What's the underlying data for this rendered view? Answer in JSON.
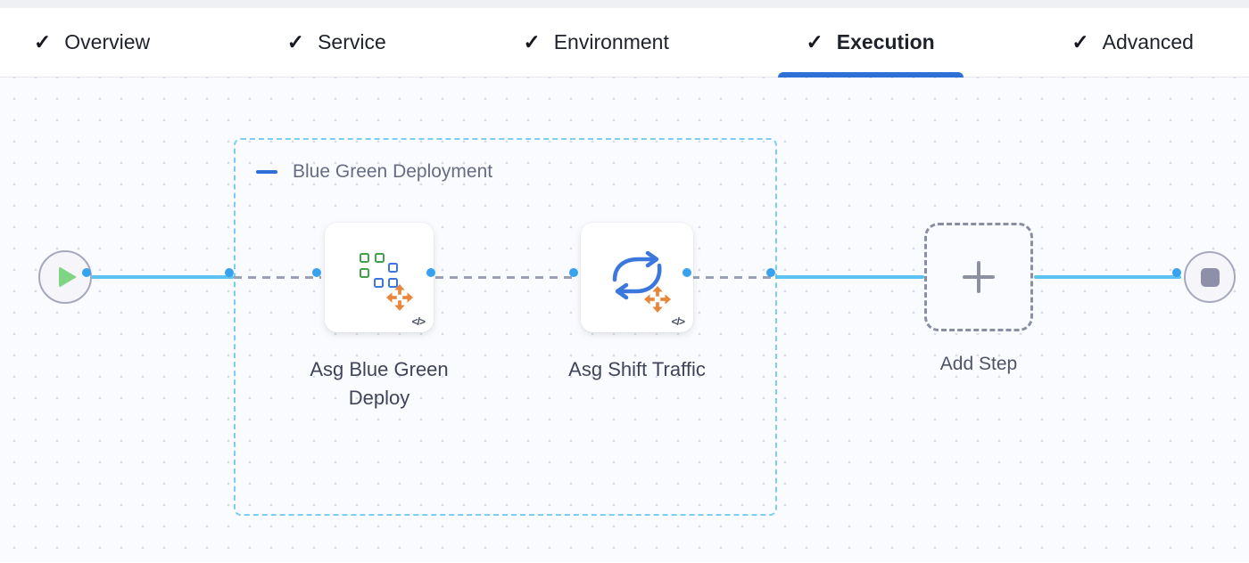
{
  "tabs": [
    {
      "label": "Overview",
      "checked": true,
      "active": false,
      "check_glyph": "✓"
    },
    {
      "label": "Service",
      "checked": true,
      "active": false,
      "check_glyph": "✓"
    },
    {
      "label": "Environment",
      "checked": true,
      "active": false,
      "check_glyph": "✓"
    },
    {
      "label": "Execution",
      "checked": true,
      "active": true,
      "check_glyph": "✓"
    },
    {
      "label": "Advanced",
      "checked": true,
      "active": false,
      "check_glyph": "✓"
    }
  ],
  "pipeline": {
    "start_node": {
      "icon": "play-icon"
    },
    "end_node": {
      "icon": "stop-icon"
    },
    "group": {
      "label": "Blue Green Deployment",
      "collapse_icon": "minus-icon"
    },
    "steps": [
      {
        "name": "Asg Blue Green Deploy",
        "icon": "asg-squares-icon",
        "overlay_icon": "move-arrows-icon",
        "badge": "</>"
      },
      {
        "name": "Asg Shift Traffic",
        "icon": "swap-arrows-icon",
        "overlay_icon": "move-arrows-icon",
        "badge": "</>"
      }
    ],
    "add_step": {
      "label": "Add Step",
      "icon": "plus-icon"
    }
  },
  "colors": {
    "accent_blue": "#2f6fd8",
    "connector_blue": "#5cc2f1",
    "port_blue": "#39a2ef",
    "group_border_cyan": "#7bcdf2",
    "dashed_gray": "#9aa0b5",
    "icon_green": "#44a04c",
    "icon_blue": "#3b77dd",
    "icon_orange": "#e8873c",
    "node_fill": "#f5f5fa",
    "canvas_bg": "#fafbfe"
  }
}
